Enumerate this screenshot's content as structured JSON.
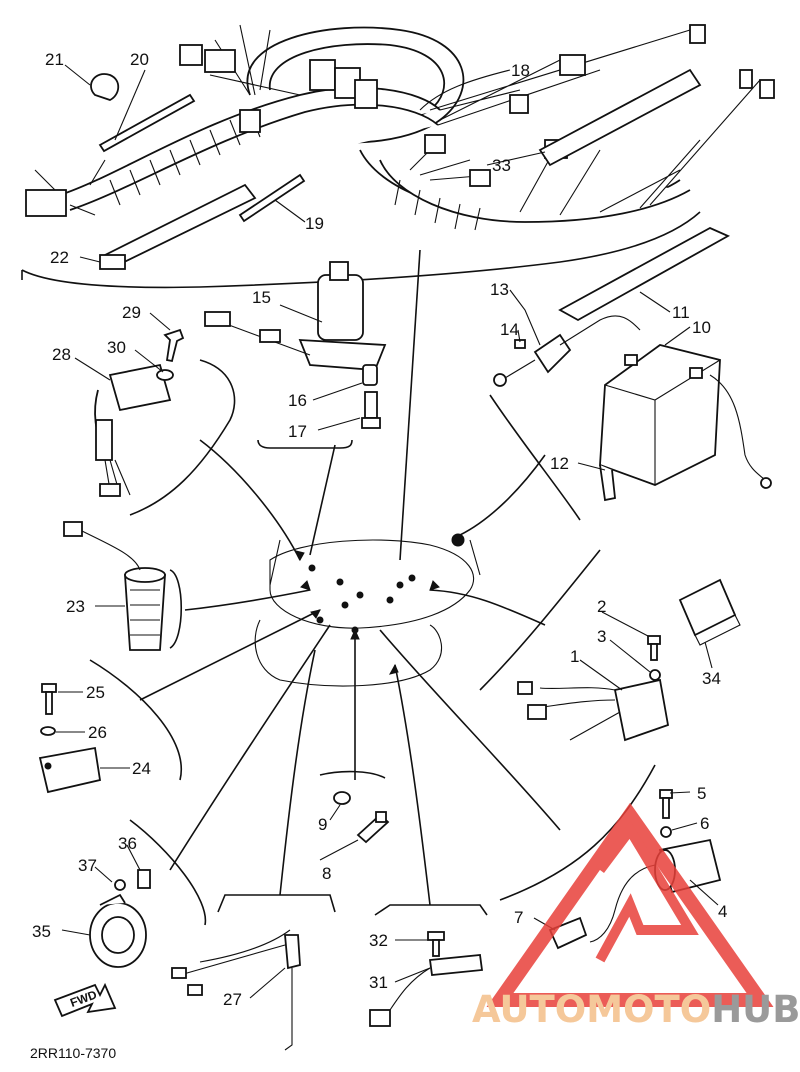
{
  "diagram": {
    "reference_code": "2RR110-7370",
    "fwd_marker": "FWD",
    "watermark": {
      "prefix": "AUTOMOTO",
      "suffix": "HUB",
      "prefix_color": "#f5c89a",
      "suffix_color": "#9a9a9a",
      "logo_color": "#e8403a"
    },
    "callouts": [
      "1",
      "2",
      "3",
      "4",
      "5",
      "6",
      "7",
      "8",
      "9",
      "10",
      "11",
      "12",
      "13",
      "14",
      "15",
      "16",
      "17",
      "18",
      "19",
      "20",
      "21",
      "22",
      "23",
      "24",
      "25",
      "26",
      "27",
      "28",
      "29",
      "30",
      "31",
      "32",
      "33",
      "34",
      "35",
      "36",
      "37"
    ]
  }
}
